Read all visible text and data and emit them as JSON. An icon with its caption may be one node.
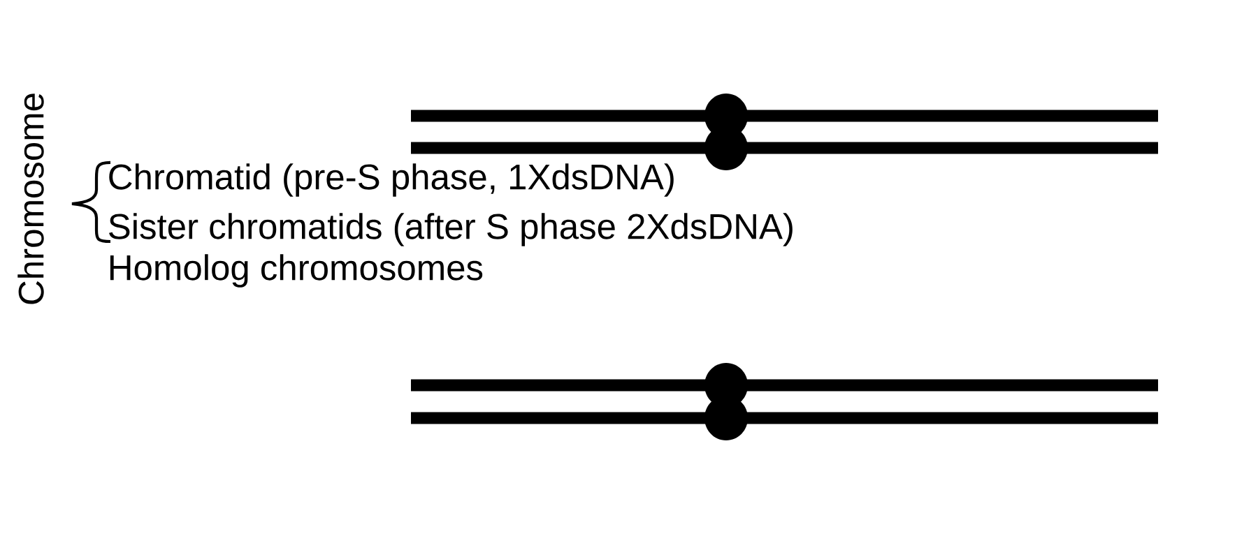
{
  "diagram": {
    "labels": [
      "Chromosome",
      "Chromatid (pre-S phase, 1XdsDNA)",
      "Sister chromatids (after S phase 2XdsDNA)",
      "Homolog chromosomes"
    ]
  }
}
